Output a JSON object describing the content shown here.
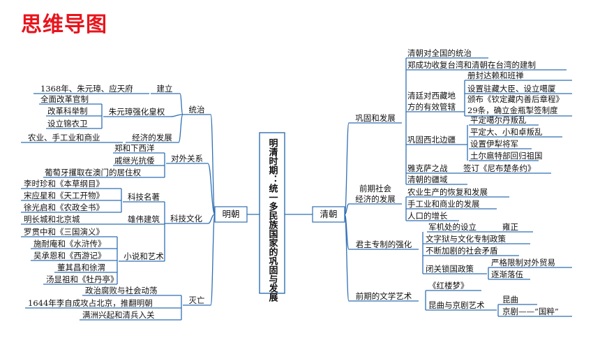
{
  "title": "思维导图",
  "center": "明清时期：统一多民族国家的巩固与发展",
  "ming": {
    "label": "明朝",
    "branches": [
      {
        "label": "统治",
        "groups": [
          {
            "label": "建立",
            "leaves": [
              "1368年、朱元璋、应天府"
            ]
          },
          {
            "label": "朱元璋强化皇权",
            "leaves": [
              "全面改革官制",
              "改革科举制",
              "设立锦衣卫"
            ]
          },
          {
            "label": "经济的发展",
            "leaves": [
              "农业、手工业和商业"
            ]
          }
        ]
      },
      {
        "label": "对外关系",
        "leaves": [
          "郑和下西洋",
          "戚继光抗倭",
          "葡萄牙攫取在澳门的居住权"
        ]
      },
      {
        "label": "科技文化",
        "groups": [
          {
            "label": "科技名著",
            "leaves": [
              "李时珍和《本草纲目》",
              "宋应星和《天工开物》",
              "徐光启和《农政全书》"
            ]
          },
          {
            "label": "雄伟建筑",
            "leaves": [
              "明长城和北京城"
            ]
          },
          {
            "label": "小说和艺术",
            "leaves": [
              "罗贯中和《三国演义》",
              "施耐庵和《水浒传》",
              "吴承恩和《西游记》",
              "董其昌和徐渭",
              "汤显祖和《牡丹亭》"
            ]
          }
        ]
      },
      {
        "label": "灭亡",
        "leaves": [
          "政治腐败与社会动荡",
          "1644年李自成攻占北京，推翻明朝",
          "满洲兴起和清兵入关"
        ]
      }
    ]
  },
  "qing": {
    "label": "清朝",
    "branches": [
      {
        "label": "巩固和发展",
        "items": [
          {
            "text": "清朝对全国的统治"
          },
          {
            "text": "郑成功收复台湾和清朝在台湾的建制"
          },
          {
            "text": "清廷对西藏地方的有效管辖",
            "leaves": [
              "册封达赖和班禅",
              "设置驻藏大臣、设立噶厦",
              "颁布《钦定藏内善后章程》29条，确立金瓶掣签制度"
            ]
          },
          {
            "text": "巩固西北边疆",
            "leaves": [
              "平定噶尔丹叛乱",
              "平定大、小和卓叛乱",
              "设置伊犁将军",
              "土尔扈特部回归祖国"
            ]
          },
          {
            "text": "雅克萨之战",
            "extra": "签订《尼布楚条约》"
          },
          {
            "text": "清朝的疆域"
          }
        ]
      },
      {
        "label": "前期社会经济的发展",
        "leaves": [
          "农业生产的恢复和发展",
          "手工业和商业的发展",
          "人口的增长"
        ]
      },
      {
        "label": "君主专制的强化",
        "items": [
          {
            "text": "军机处的设立",
            "extra": "雍正"
          },
          {
            "text": "文字狱与文化专制政策"
          },
          {
            "text": "不断加剧的社会矛盾"
          },
          {
            "text": "闭关锁国政策",
            "leaves": [
              "严格限制对外贸易",
              "逐渐落伍"
            ]
          }
        ]
      },
      {
        "label": "前期的文学艺术",
        "items": [
          {
            "text": "《红楼梦》"
          },
          {
            "text": "昆曲与京剧艺术",
            "leaves": [
              "昆曲",
              "京剧——“国粹”"
            ]
          }
        ]
      }
    ]
  }
}
